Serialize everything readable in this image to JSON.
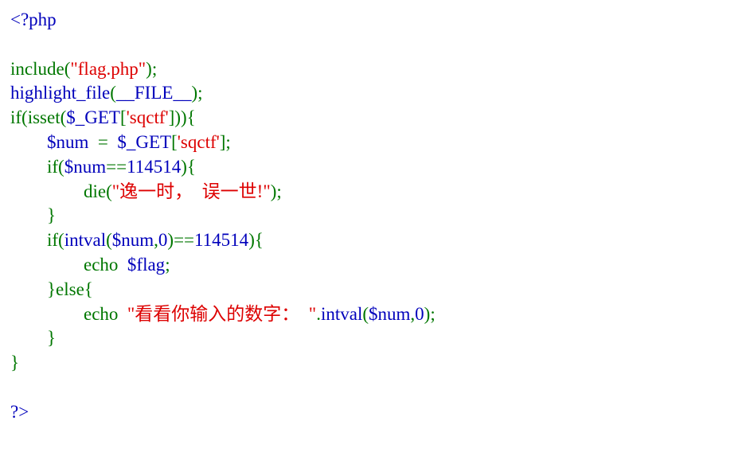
{
  "colors": {
    "default": "#0000BB",
    "keyword": "#007700",
    "string": "#DD0000",
    "comment": "#FF8000",
    "background": "#FFFFFF"
  },
  "lines": [
    [
      {
        "t": "<?php",
        "c": "default"
      }
    ],
    [],
    [
      {
        "t": "include",
        "c": "keyword"
      },
      {
        "t": "(",
        "c": "keyword"
      },
      {
        "t": "\"flag.php\"",
        "c": "string"
      },
      {
        "t": ");",
        "c": "keyword"
      }
    ],
    [
      {
        "t": "highlight_file",
        "c": "default"
      },
      {
        "t": "(",
        "c": "keyword"
      },
      {
        "t": "__FILE__",
        "c": "default"
      },
      {
        "t": ");",
        "c": "keyword"
      }
    ],
    [
      {
        "t": "if(isset(",
        "c": "keyword"
      },
      {
        "t": "$_GET",
        "c": "default"
      },
      {
        "t": "[",
        "c": "keyword"
      },
      {
        "t": "'sqctf'",
        "c": "string"
      },
      {
        "t": "])){",
        "c": "keyword"
      }
    ],
    [
      {
        "t": "        ",
        "c": "default"
      },
      {
        "t": "$num ",
        "c": "default"
      },
      {
        "t": " = ",
        "c": "keyword"
      },
      {
        "t": " $_GET",
        "c": "default"
      },
      {
        "t": "[",
        "c": "keyword"
      },
      {
        "t": "'sqctf'",
        "c": "string"
      },
      {
        "t": "];",
        "c": "keyword"
      }
    ],
    [
      {
        "t": "        ",
        "c": "default"
      },
      {
        "t": "if(",
        "c": "keyword"
      },
      {
        "t": "$num",
        "c": "default"
      },
      {
        "t": "==",
        "c": "keyword"
      },
      {
        "t": "114514",
        "c": "default"
      },
      {
        "t": "){",
        "c": "keyword"
      }
    ],
    [
      {
        "t": "                ",
        "c": "default"
      },
      {
        "t": "die(",
        "c": "keyword"
      },
      {
        "t": "\"逸一时，  误一世!\"",
        "c": "string"
      },
      {
        "t": ");",
        "c": "keyword"
      }
    ],
    [
      {
        "t": "        ",
        "c": "default"
      },
      {
        "t": "}",
        "c": "keyword"
      }
    ],
    [
      {
        "t": "        ",
        "c": "default"
      },
      {
        "t": "if(",
        "c": "keyword"
      },
      {
        "t": "intval",
        "c": "default"
      },
      {
        "t": "(",
        "c": "keyword"
      },
      {
        "t": "$num",
        "c": "default"
      },
      {
        "t": ",",
        "c": "keyword"
      },
      {
        "t": "0",
        "c": "default"
      },
      {
        "t": ")==",
        "c": "keyword"
      },
      {
        "t": "114514",
        "c": "default"
      },
      {
        "t": "){",
        "c": "keyword"
      }
    ],
    [
      {
        "t": "                ",
        "c": "default"
      },
      {
        "t": "echo ",
        "c": "keyword"
      },
      {
        "t": " $flag",
        "c": "default"
      },
      {
        "t": ";",
        "c": "keyword"
      }
    ],
    [
      {
        "t": "        ",
        "c": "default"
      },
      {
        "t": "}else{",
        "c": "keyword"
      }
    ],
    [
      {
        "t": "                ",
        "c": "default"
      },
      {
        "t": "echo ",
        "c": "keyword"
      },
      {
        "t": " \"看看你输入的数字：  \"",
        "c": "string"
      },
      {
        "t": ".",
        "c": "keyword"
      },
      {
        "t": "intval",
        "c": "default"
      },
      {
        "t": "(",
        "c": "keyword"
      },
      {
        "t": "$num",
        "c": "default"
      },
      {
        "t": ",",
        "c": "keyword"
      },
      {
        "t": "0",
        "c": "default"
      },
      {
        "t": ");",
        "c": "keyword"
      }
    ],
    [
      {
        "t": "        ",
        "c": "default"
      },
      {
        "t": "}",
        "c": "keyword"
      }
    ],
    [
      {
        "t": "}",
        "c": "keyword"
      }
    ],
    [],
    [
      {
        "t": "?>",
        "c": "default"
      }
    ]
  ]
}
